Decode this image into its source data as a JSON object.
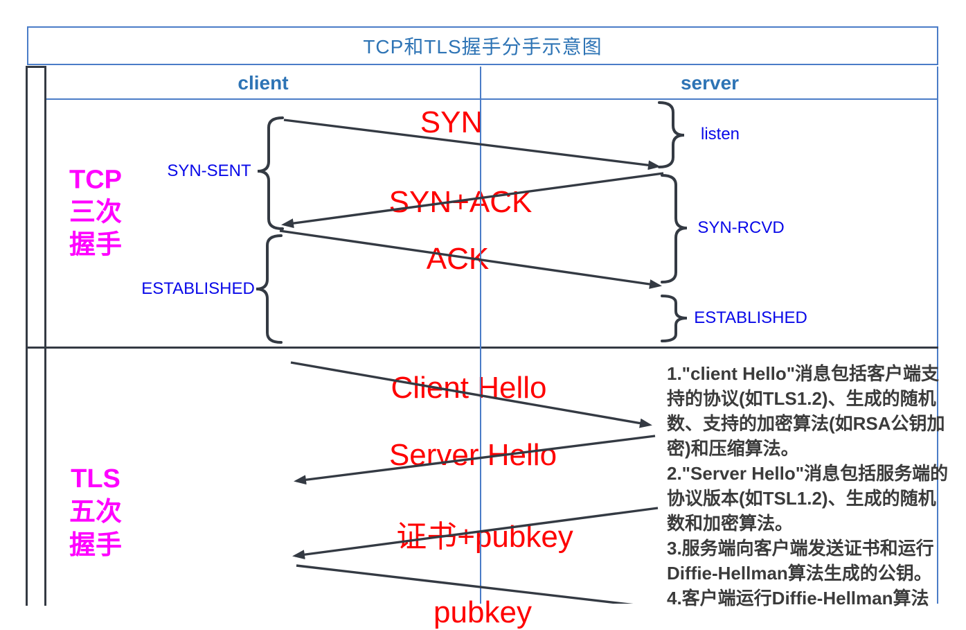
{
  "title": "TCP和TLS握手分手示意图",
  "header": {
    "client": "client",
    "server": "server"
  },
  "tcp_section": {
    "row_label_lines": [
      "TCP",
      "三次",
      "握手"
    ],
    "messages": [
      "SYN",
      "SYN+ACK",
      "ACK"
    ],
    "client_states": [
      "SYN-SENT",
      "ESTABLISHED"
    ],
    "server_states": [
      "listen",
      "SYN-RCVD",
      "ESTABLISHED"
    ]
  },
  "tls_section": {
    "row_label_lines": [
      "TLS",
      "五次",
      "握手"
    ],
    "messages": [
      "Client Hello",
      "Server Hello",
      "证书+pubkey",
      "pubkey"
    ],
    "notes_lines": [
      "1.\"client Hello\"消息包括客户端支",
      "持的协议(如TLS1.2)、生成的随机",
      "数、支持的加密算法(如RSA公钥加",
      "密)和压缩算法。",
      "2.\"Server Hello\"消息包括服务端的",
      "协议版本(如TSL1.2)、生成的随机",
      "数和加密算法。",
      "3.服务端向客户端发送证书和运行",
      "Diffie-Hellman算法生成的公钥。",
      "4.客户端运行Diffie-Hellman算法"
    ]
  },
  "colors": {
    "border_blue": "#4a7cc7",
    "header_text_blue": "#2e74b5",
    "state_blue": "#0808e8",
    "message_red": "#fe0000",
    "row_label_magenta": "#ff00ff",
    "line_dark": "#343a43",
    "notes_text": "#3b3b3b"
  }
}
